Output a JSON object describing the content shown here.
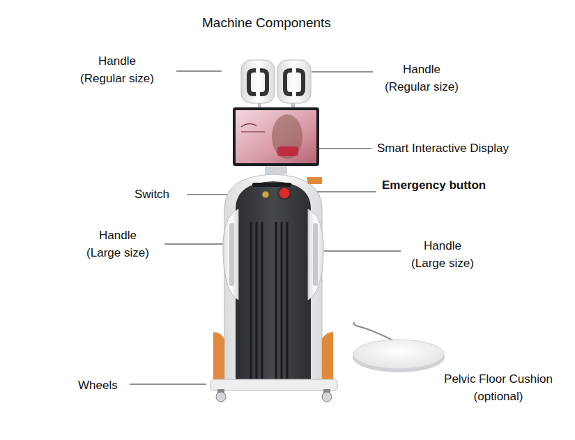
{
  "diagram": {
    "title": "Machine Components",
    "labels": [
      "Handle (Regular size)",
      "Handle (Regular size)",
      "Smart Interactive Display",
      "Switch",
      "Emergency button",
      "Handle (Large size)",
      "Handle (Large size)",
      "Wheels",
      "Pelvic Floor Cushion (optional)"
    ]
  }
}
